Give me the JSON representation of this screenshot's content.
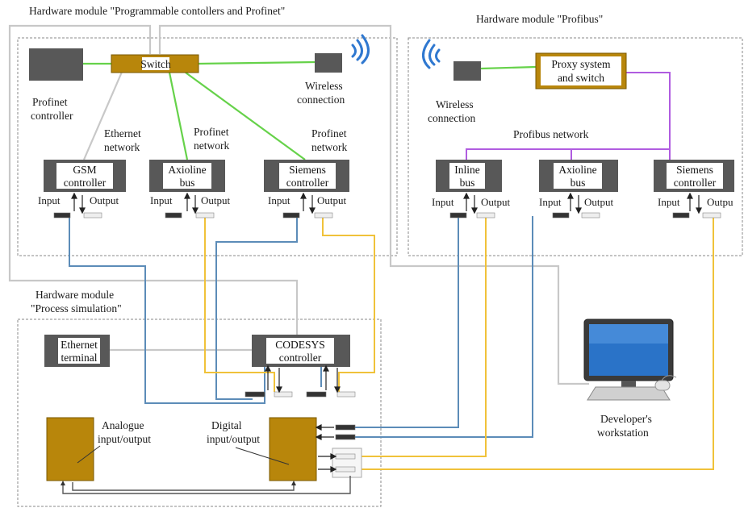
{
  "modules": {
    "plc": "Hardware module \"Programmable contollers and Profinet\"",
    "profibus": "Hardware module \"Profibus\"",
    "process": [
      "Hardware module",
      "\"Process simulation\""
    ]
  },
  "plc": {
    "switch": "Switch",
    "profinet_controller": [
      "Profinet",
      "controller"
    ],
    "wireless": [
      "Wireless",
      "connection"
    ],
    "ethernet_network": [
      "Ethernet",
      "network"
    ],
    "profinet_network_1": [
      "Profinet",
      "network"
    ],
    "profinet_network_2": [
      "Profinet",
      "network"
    ],
    "gsm": [
      "GSM",
      "controller"
    ],
    "axioline": [
      "Axioline",
      "bus"
    ],
    "siemens": [
      "Siemens",
      "controller"
    ]
  },
  "profibus": {
    "wireless": [
      "Wireless",
      "connection"
    ],
    "proxy": [
      "Proxy system",
      "and switch"
    ],
    "network": "Profibus network",
    "inline": [
      "Inline",
      "bus"
    ],
    "axioline": [
      "Axioline",
      "bus"
    ],
    "siemens": [
      "Siemens",
      "controller"
    ]
  },
  "process": {
    "ethernet_terminal": [
      "Ethernet",
      "terminal"
    ],
    "codesys": [
      "CODESYS",
      "controller"
    ],
    "analogue": [
      "Analogue",
      "input/output"
    ],
    "digital": [
      "Digital",
      "input/output"
    ]
  },
  "workstation": [
    "Developer's",
    "workstation"
  ],
  "io": {
    "input": "Input",
    "output": "Output",
    "output_cut": "Outpu"
  },
  "colors": {
    "device": "#585858",
    "gold": "#b8860b",
    "ethernet": "#c8c8c8",
    "profinet": "#66d24a",
    "profibus": "#b05ce0",
    "input_wire": "#5c8cb8",
    "output_wire": "#f0c23a",
    "wifi": "#2f78d0"
  }
}
